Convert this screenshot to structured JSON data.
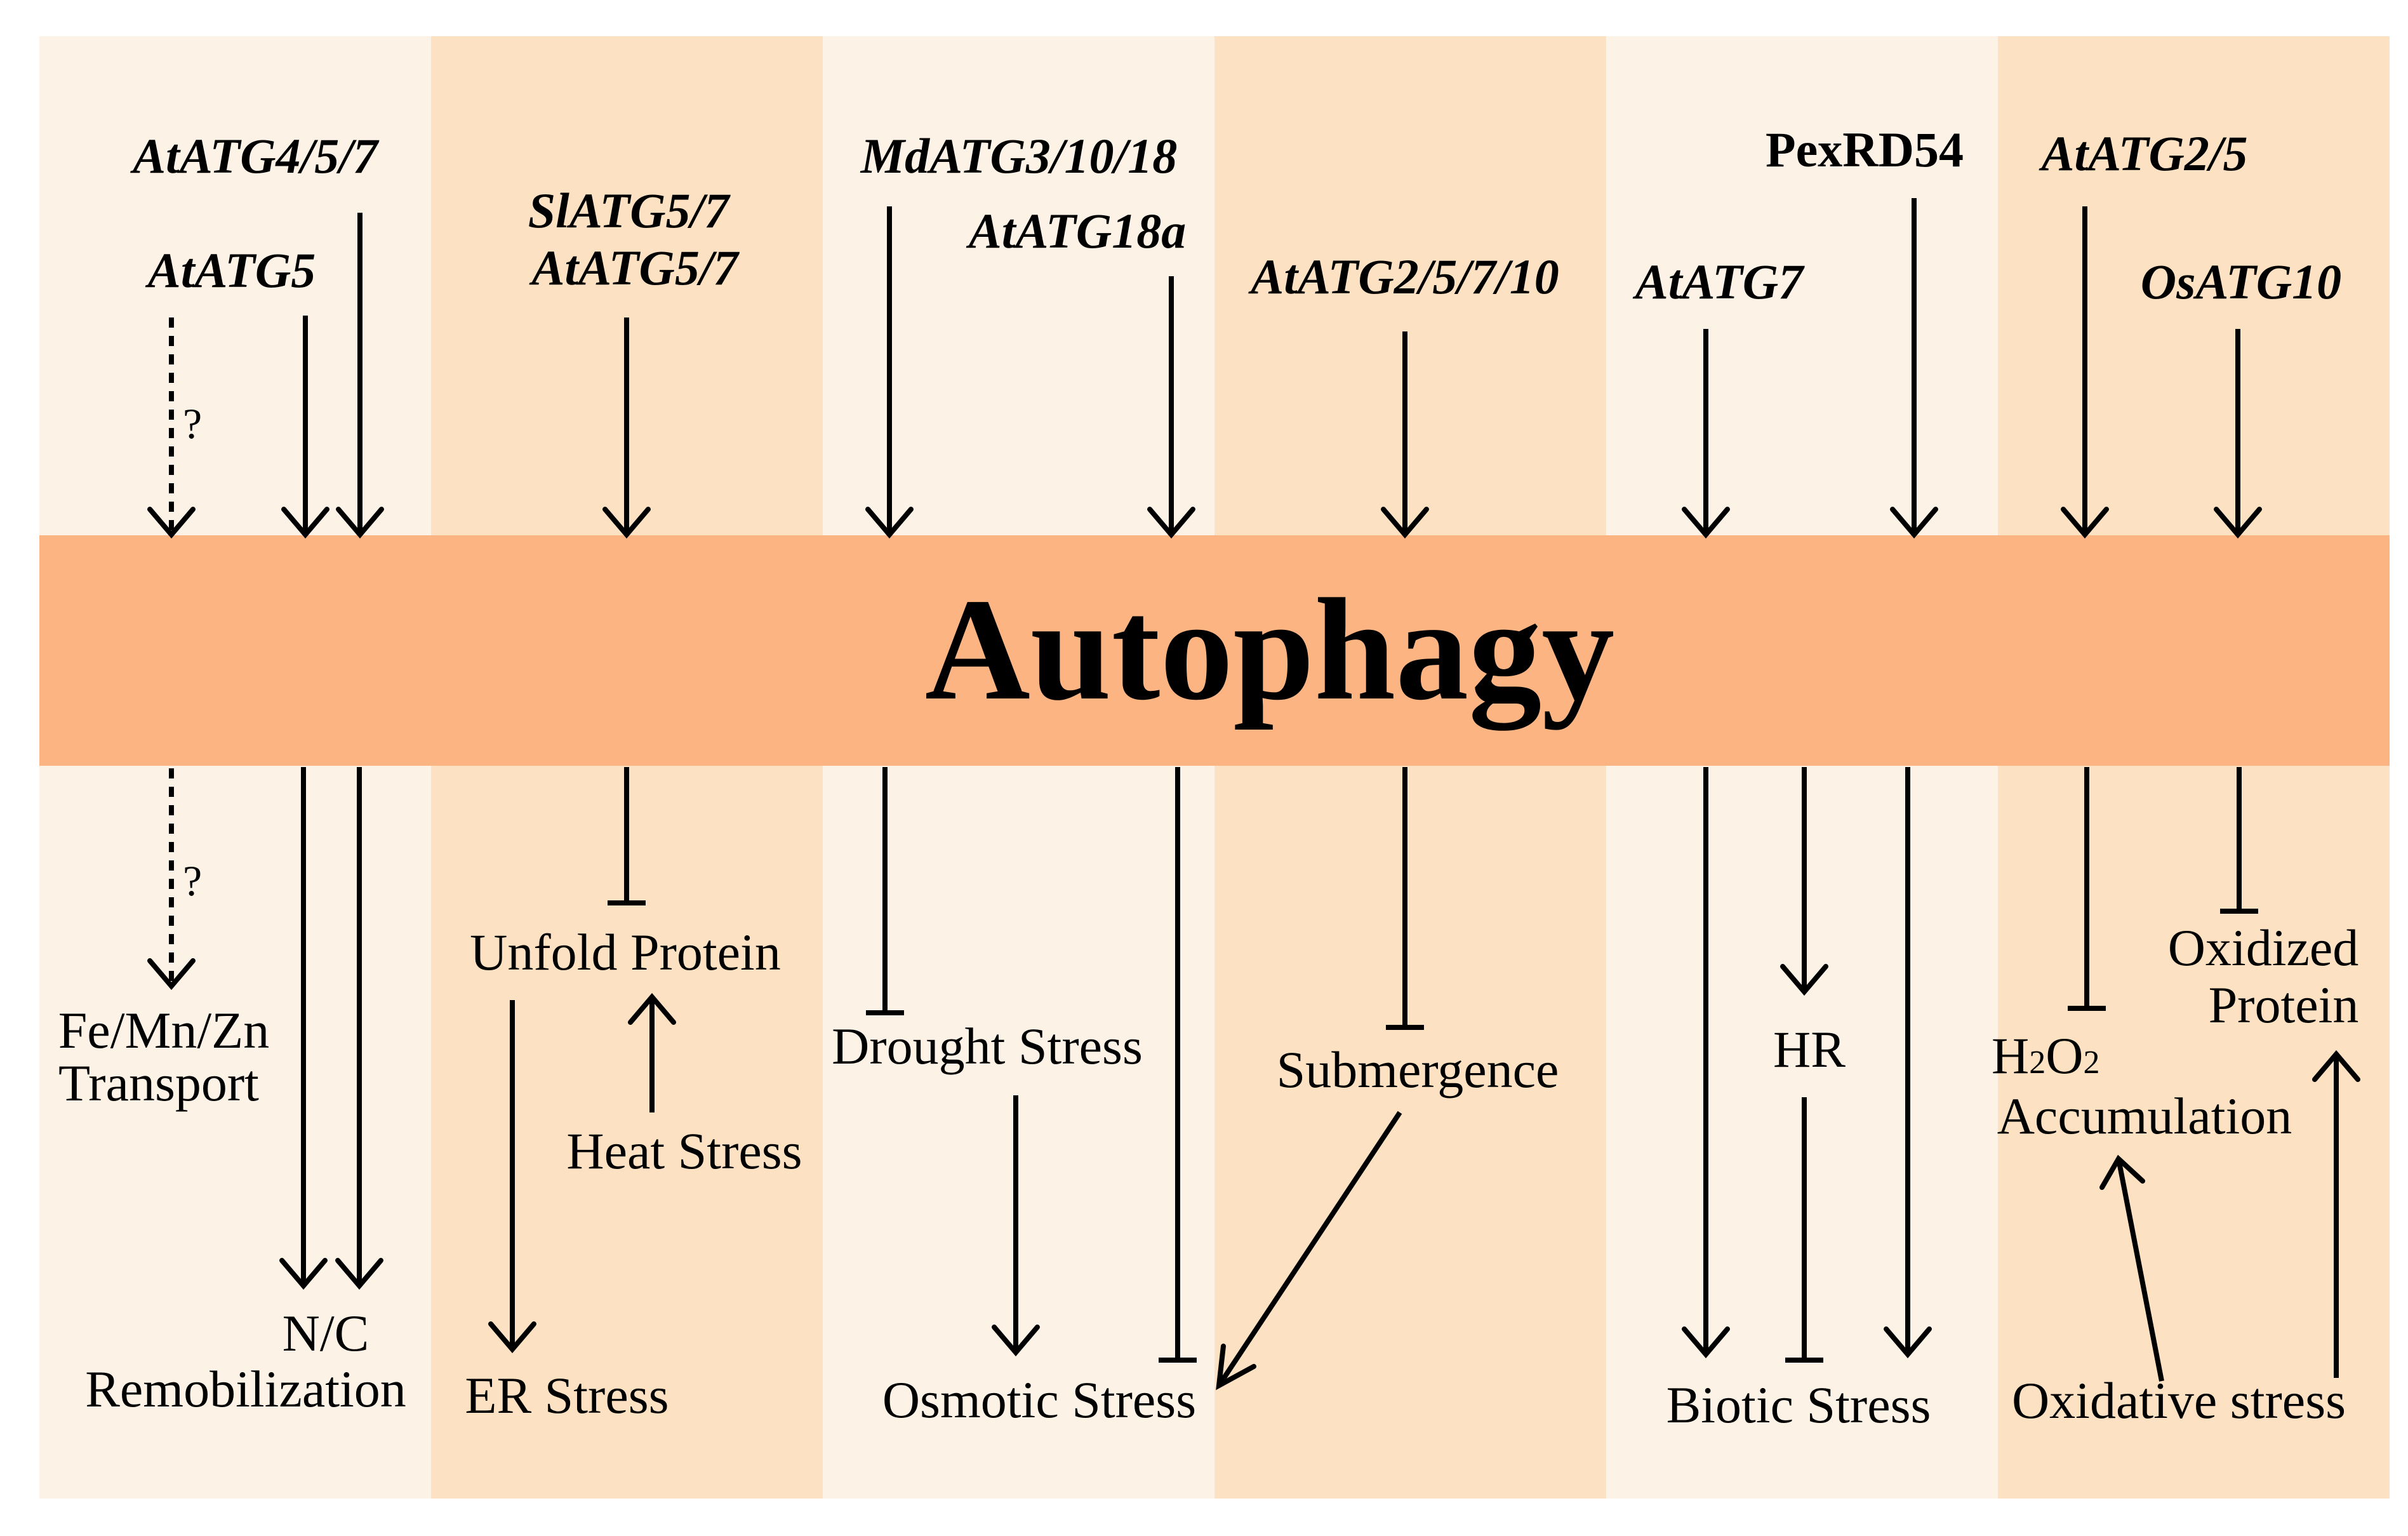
{
  "colors": {
    "band_light": "#fdf2e6",
    "band_dark": "#fde1c3",
    "autophagy_bar": "#fbb482",
    "ink": "#000000"
  },
  "title": "Autophagy",
  "top_labels": {
    "atatg457": "AtATG4/5/7",
    "atatg5": "AtATG5",
    "slatg57": "SlATG5/7",
    "atatg57": "AtATG5/7",
    "mdatg31018": "MdATG3/10/18",
    "atatg18a": "AtATG18a",
    "atatg25710": "AtATG2/5/7/10",
    "atatg7": "AtATG7",
    "pexrd54": "PexRD54",
    "atatg25": "AtATG2/5",
    "osatg10": "OsATG10"
  },
  "unknown_mark": "?",
  "bottom_labels": {
    "fe_mn_zn_1": "Fe/Mn/Zn",
    "fe_mn_zn_2": "Transport",
    "nc_1": "N/C",
    "nc_2": "Remobilization",
    "unfold_protein": "Unfold Protein",
    "heat_stress": "Heat Stress",
    "er_stress": "ER Stress",
    "drought_stress": "Drought Stress",
    "osmotic_stress": "Osmotic Stress",
    "submergence": "Submergence",
    "hr": "HR",
    "biotic_stress": "Biotic Stress",
    "h2o2_h": "H",
    "h2o2_2a": "2",
    "h2o2_o": "O",
    "h2o2_2b": "2",
    "h2o2_2": "Accumulation",
    "oxidized_1": "Oxidized",
    "oxidized_2": "Protein",
    "oxidative_stress": "Oxidative stress"
  }
}
